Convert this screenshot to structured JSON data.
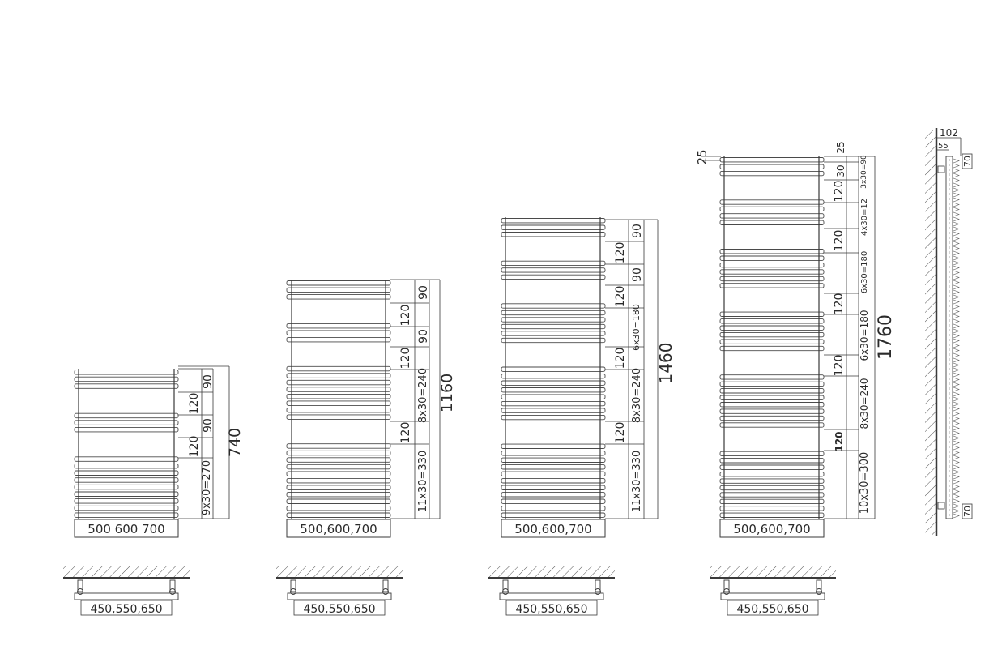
{
  "radiators": [
    {
      "id": "r740",
      "height_label": "740",
      "width_label": "500 600 700",
      "depth_label": "450,550,650",
      "segments": [
        {
          "label": "90",
          "bars": 3
        },
        {
          "label": "120",
          "bars": 0
        },
        {
          "label": "90",
          "bars": 3
        },
        {
          "label": "120",
          "bars": 0
        },
        {
          "label": "9x30=270",
          "bars": 9
        }
      ]
    },
    {
      "id": "r1160",
      "height_label": "1160",
      "width_label": "500,600,700",
      "depth_label": "450,550,650",
      "segments": [
        {
          "label": "90",
          "bars": 3
        },
        {
          "label": "120",
          "bars": 0
        },
        {
          "label": "90",
          "bars": 3
        },
        {
          "label": "120",
          "bars": 0
        },
        {
          "label": "8x30=240",
          "bars": 8
        },
        {
          "label": "120",
          "bars": 0
        },
        {
          "label": "11x30=330",
          "bars": 11
        }
      ]
    },
    {
      "id": "r1460",
      "height_label": "1460",
      "width_label": "500,600,700",
      "depth_label": "450,550,650",
      "segments": [
        {
          "label": "90",
          "bars": 3
        },
        {
          "label": "120",
          "bars": 0
        },
        {
          "label": "90",
          "bars": 3
        },
        {
          "label": "120",
          "bars": 0
        },
        {
          "label": "6x30=180",
          "bars": 6
        },
        {
          "label": "120",
          "bars": 0
        },
        {
          "label": "8x30=240",
          "bars": 8
        },
        {
          "label": "120",
          "bars": 0
        },
        {
          "label": "11x30=330",
          "bars": 11
        }
      ]
    },
    {
      "id": "r1760",
      "height_label": "1760",
      "width_label": "500,600,700",
      "depth_label": "450,550,650",
      "offset_label": "25",
      "top_labels": [
        "25",
        "30"
      ],
      "segments": [
        {
          "label": "3x30=90",
          "bars": 3
        },
        {
          "label": "120",
          "bars": 0
        },
        {
          "label": "4x30=12",
          "bars": 4
        },
        {
          "label": "120",
          "bars": 0
        },
        {
          "label": "6x30=180",
          "bars": 6
        },
        {
          "label": "120",
          "bars": 0
        },
        {
          "label": "6x30=180",
          "bars": 6
        },
        {
          "label": "120",
          "bars": 0
        },
        {
          "label": "8x30=240",
          "bars": 8
        },
        {
          "label": "120",
          "bars": 0
        },
        {
          "label": "10x30=300",
          "bars": 10
        }
      ]
    }
  ],
  "side_view": {
    "labels": [
      "102",
      "55",
      "70",
      "70"
    ]
  }
}
